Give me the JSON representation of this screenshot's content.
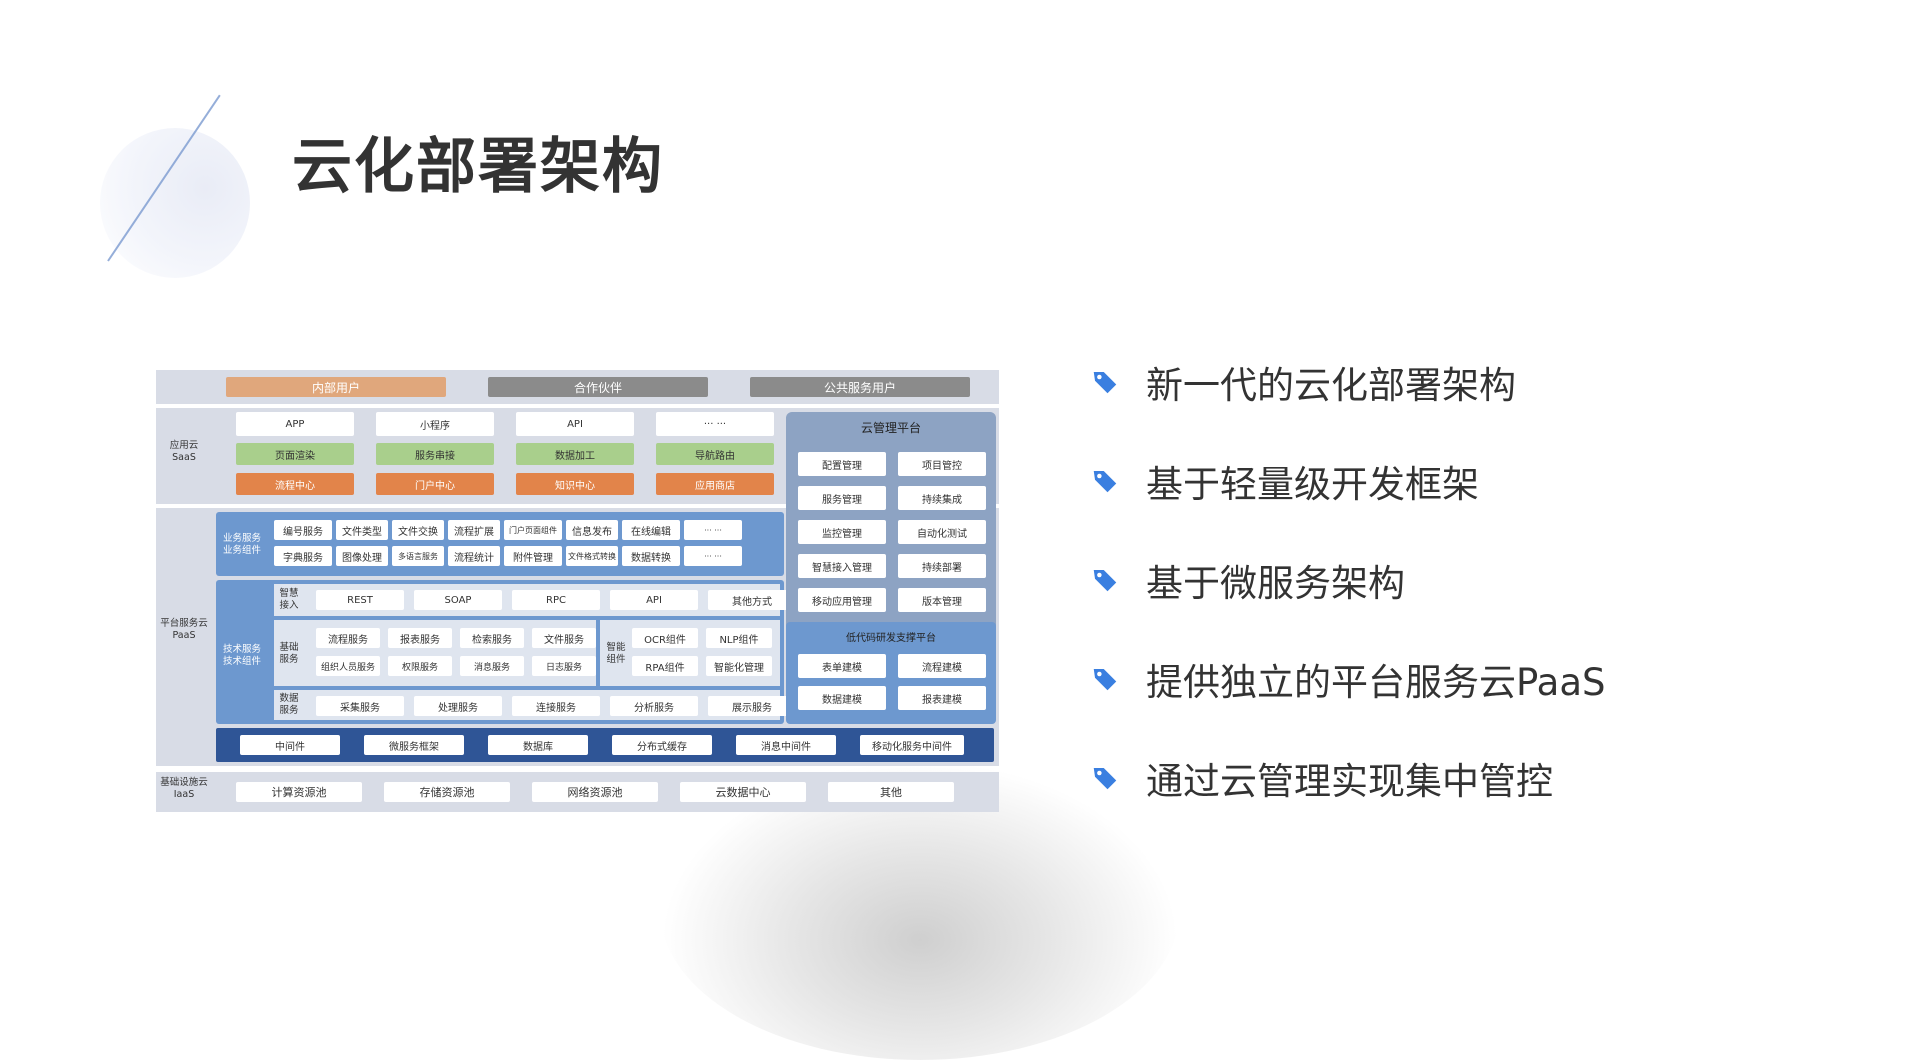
{
  "title": "云化部署架构",
  "diagram": {
    "users": [
      "内部用户",
      "合作伙伴",
      "公共服务用户"
    ],
    "saas": {
      "label": [
        "应用云",
        "SaaS"
      ],
      "row1": [
        "APP",
        "小程序",
        "API",
        "··· ···"
      ],
      "row2": [
        "页面渲染",
        "服务串接",
        "数据加工",
        "导航路由"
      ],
      "row3": [
        "流程中心",
        "门户中心",
        "知识中心",
        "应用商店"
      ]
    },
    "paas": {
      "label": [
        "平台服务云",
        "PaaS"
      ],
      "biz_label": [
        "业务服务",
        "业务组件"
      ],
      "biz_row1": [
        "编号服务",
        "文件类型",
        "文件交换",
        "流程扩展",
        "门户页面组件",
        "信息发布",
        "在线编辑",
        "··· ···"
      ],
      "biz_row2": [
        "字典服务",
        "图像处理",
        "多语言服务",
        "流程统计",
        "附件管理",
        "文件格式转换",
        "数据转换",
        "··· ···"
      ],
      "tech_label": [
        "技术服务",
        "技术组件"
      ],
      "smart_access_label": [
        "智慧",
        "接入"
      ],
      "smart_access": [
        "REST",
        "SOAP",
        "RPC",
        "API",
        "其他方式"
      ],
      "basic_label": [
        "基础",
        "服务"
      ],
      "basic_row1": [
        "流程服务",
        "报表服务",
        "检索服务",
        "文件服务"
      ],
      "basic_row2": [
        "组织人员服务",
        "权限服务",
        "消息服务",
        "日志服务"
      ],
      "smart_comp_label": [
        "智能",
        "组件"
      ],
      "smart_comp": [
        "OCR组件",
        "NLP组件",
        "RPA组件",
        "智能化管理"
      ],
      "data_label": [
        "数据",
        "服务"
      ],
      "data_services": [
        "采集服务",
        "处理服务",
        "连接服务",
        "分析服务",
        "展示服务"
      ],
      "middleware": [
        "中间件",
        "微服务框架",
        "数据库",
        "分布式缓存",
        "消息中间件",
        "移动化服务中间件"
      ]
    },
    "cloud_mgmt": {
      "title": "云管理平台",
      "items": [
        "配置管理",
        "项目管控",
        "服务管理",
        "持续集成",
        "监控管理",
        "自动化测试",
        "智慧接入管理",
        "持续部署",
        "移动应用管理",
        "版本管理"
      ],
      "lowcode_title": "低代码研发支撑平台",
      "lowcode_items": [
        "表单建模",
        "流程建模",
        "数据建模",
        "报表建模"
      ]
    },
    "iaas": {
      "label": [
        "基础设施云",
        "IaaS"
      ],
      "items": [
        "计算资源池",
        "存储资源池",
        "网络资源池",
        "云数据中心",
        "其他"
      ]
    }
  },
  "bullets": [
    "新一代的云化部署架构",
    "基于轻量级开发框架",
    "基于微服务架构",
    "提供独立的平台服务云PaaS",
    "通过云管理实现集中管控"
  ],
  "colors": {
    "accent_blue": "#3a7fe0",
    "diagram_bg": "#d8dce6",
    "paas_blue": "#6d98cf",
    "mgmt_bg": "#8da3c3",
    "middleware_bar": "#2f5596",
    "green": "#a9cf8c",
    "orange": "#e2844a"
  },
  "icons": [
    "tag-icon"
  ]
}
